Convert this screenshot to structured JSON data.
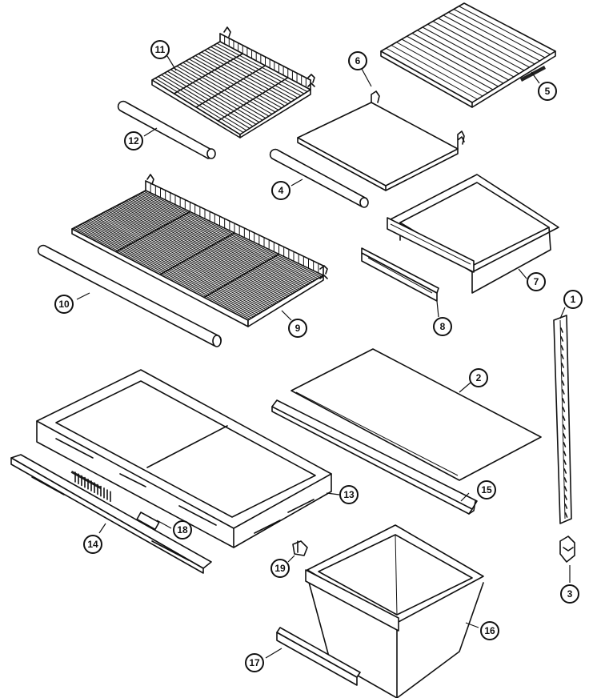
{
  "callouts": [
    "1",
    "2",
    "3",
    "4",
    "5",
    "6",
    "7",
    "8",
    "9",
    "10",
    "11",
    "12",
    "13",
    "14",
    "15",
    "16",
    "17",
    "18",
    "19"
  ],
  "colors": {
    "ink": "#111111",
    "paper": "#ffffff"
  }
}
